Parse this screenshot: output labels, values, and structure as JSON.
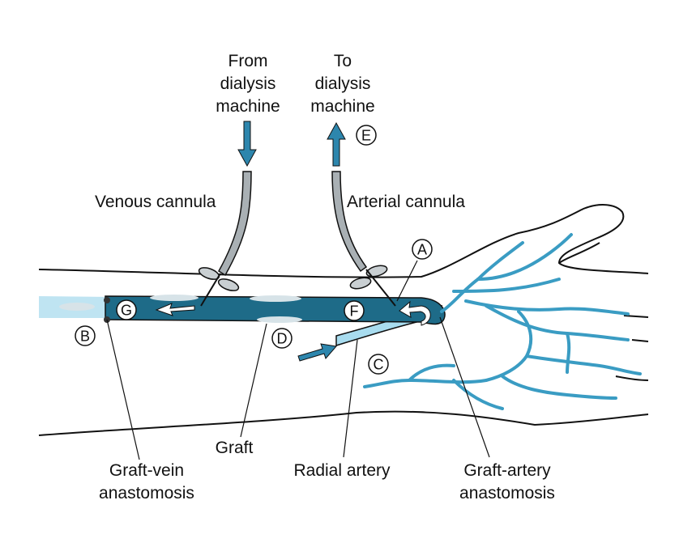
{
  "colors": {
    "graft": "#1e6b88",
    "graft_dark": "#0f4e66",
    "artery_light": "#a8dcef",
    "vein_lines": "#3a9cc3",
    "arrow_fill": "#2d86ad",
    "cannula_gray": "#a9b0b4",
    "outline": "#111111"
  },
  "labels": {
    "from_machine": [
      "From",
      "dialysis",
      "machine"
    ],
    "to_machine": [
      "To",
      "dialysis",
      "machine"
    ],
    "venous_cannula": "Venous cannula",
    "arterial_cannula": "Arterial cannula",
    "graft": "Graft",
    "radial_artery": "Radial artery",
    "graft_vein_anastomosis": [
      "Graft-vein",
      "anastomosis"
    ],
    "graft_artery_anastomosis": [
      "Graft-artery",
      "anastomosis"
    ]
  },
  "markers": {
    "A": "A",
    "B": "B",
    "C": "C",
    "D": "D",
    "E": "E",
    "F": "F",
    "G": "G"
  }
}
